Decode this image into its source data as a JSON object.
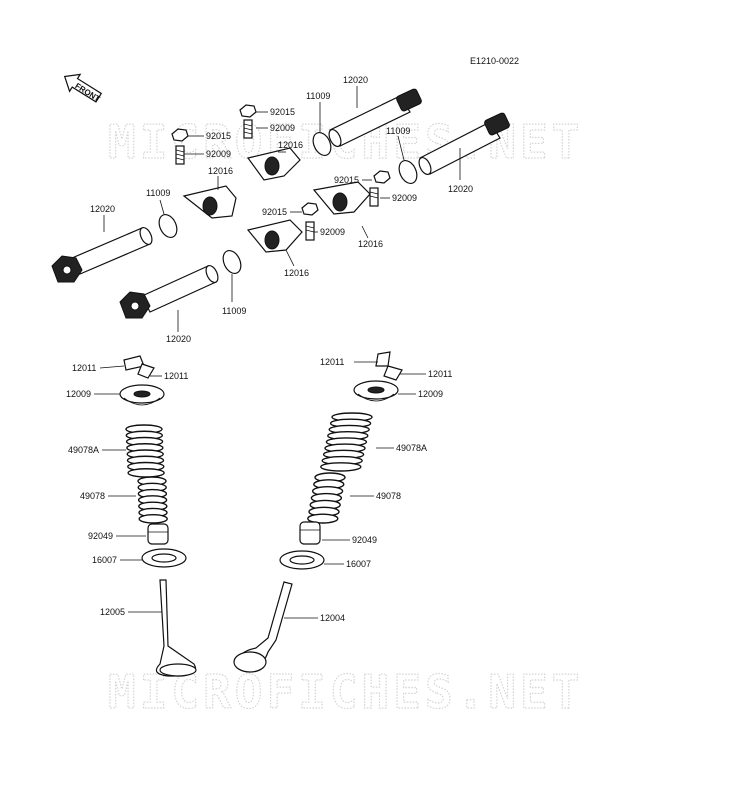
{
  "diagram_code": "E1210-0022",
  "front_label": "FRONT",
  "watermark": "MICROFICHES.NET",
  "labels": {
    "l12020_a": "12020",
    "l11009_a": "11009",
    "l11009_b": "11009",
    "l12020_b": "12020",
    "l92015_a": "92015",
    "l92009_a": "92009",
    "l92015_b": "92015",
    "l92009_b": "92009",
    "l12016_a": "12016",
    "l12016_b": "12016",
    "l11009_c": "11009",
    "l12020_c": "12020",
    "l92015_c": "92015",
    "l92009_c": "92009",
    "l92015_d": "92015",
    "l92009_d": "92009",
    "l12016_c": "12016",
    "l12016_d": "12016",
    "l11009_d": "11009",
    "l12020_d": "12020",
    "l12011_a": "12011",
    "l12011_b": "12011",
    "l12009_a": "12009",
    "l49078A_a": "49078A",
    "l49078_a": "49078",
    "l92049_a": "92049",
    "l16007_a": "16007",
    "l12005": "12005",
    "l12011_c": "12011",
    "l12011_d": "12011",
    "l12009_b": "12009",
    "l49078A_b": "49078A",
    "l49078_b": "49078",
    "l92049_b": "92049",
    "l16007_b": "16007",
    "l12004": "12004"
  }
}
